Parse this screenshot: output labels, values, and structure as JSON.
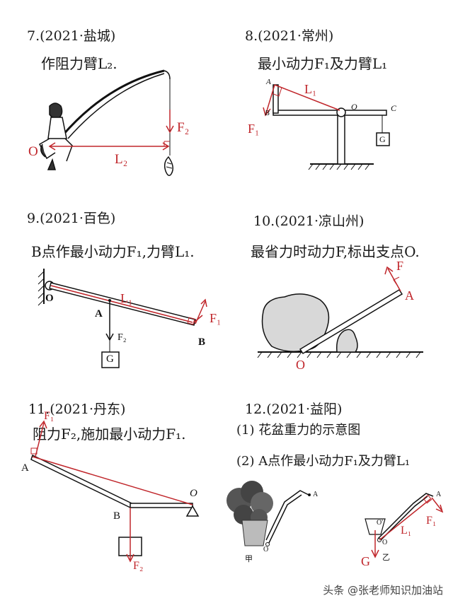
{
  "colors": {
    "ink": "#1a1a1a",
    "red": "#c0262b",
    "gray": "#555555"
  },
  "problems": [
    {
      "id": "p7",
      "title": "7.(2021·盐城)",
      "task": "作阻力臂L₂.",
      "labels": {
        "O": "O",
        "F2": "F₂",
        "L2": "L₂"
      }
    },
    {
      "id": "p8",
      "title": "8.(2021·常州)",
      "task": "最小动力F₁及力臂L₁",
      "labels": {
        "A": "A",
        "B": "B",
        "O": "O",
        "C": "C",
        "G": "G",
        "F1": "F₁",
        "L1": "L₁"
      }
    },
    {
      "id": "p9",
      "title": "9.(2021·百色)",
      "task": "B点作最小动力F₁,力臂L₁.",
      "labels": {
        "O": "O",
        "A": "A",
        "B": "B",
        "F2": "F₂",
        "G": "G",
        "F1": "F₁",
        "L1": "L₁"
      }
    },
    {
      "id": "p10",
      "title": "10.(2021·凉山州)",
      "task": "最省力时动力F,标出支点O.",
      "labels": {
        "F": "F",
        "A": "A",
        "O": "O"
      }
    },
    {
      "id": "p11",
      "title": "11.(2021·丹东)",
      "task": "阻力F₂,施加最小动力F₁.",
      "labels": {
        "A": "A",
        "B": "B",
        "O": "O",
        "F1": "F₁",
        "F2": "F₂"
      }
    },
    {
      "id": "p12",
      "title": "12.(2021·益阳)",
      "sub1": "(1) 花盆重力的示意图",
      "sub2": "(2) A点作最小动力F₁及力臂L₁",
      "labels": {
        "A": "A",
        "O": "O",
        "jia": "甲",
        "A2": "A",
        "O2": "O",
        "Oprime": "O'",
        "yi": "乙",
        "G": "G",
        "L1": "L₁",
        "F1": "F₁"
      }
    }
  ],
  "footer": "头条 @张老师知识加油站"
}
